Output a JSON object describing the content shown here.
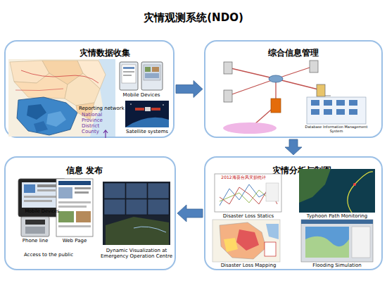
{
  "diagram": {
    "title": "灾情观测系统(NDO)",
    "nodes": [
      {
        "text": [
          "灾情数据收集"
        ]
      },
      {
        "text": [
          "综合信息管理"
        ]
      },
      {
        "text": [
          "信息 发布"
        ]
      },
      {
        "text": [
          "灾情分析与制图"
        ]
      }
    ],
    "edges": [
      {
        "from": 0,
        "to": 1,
        "arrow": "to"
      },
      {
        "from": 1,
        "to": 3,
        "arrow": "to"
      },
      {
        "from": 3,
        "to": 2,
        "arrow": "to"
      }
    ],
    "labels": [
      "Mobile Devices",
      "Reporting network",
      "National",
      "Province",
      "District",
      "County",
      "Satellite systems",
      "Database Information Management System",
      "2012海葵台风灾损统计",
      "Disaster Loss Statics",
      "Typhoon Path Monitoring",
      "Disaster Loss Mapping",
      "Flooding Simulation",
      "Mobile Devices",
      "Phone line",
      "Web Page",
      "Access to the public",
      "Dynamic Visualization at Emergency Operation Centre"
    ]
  }
}
